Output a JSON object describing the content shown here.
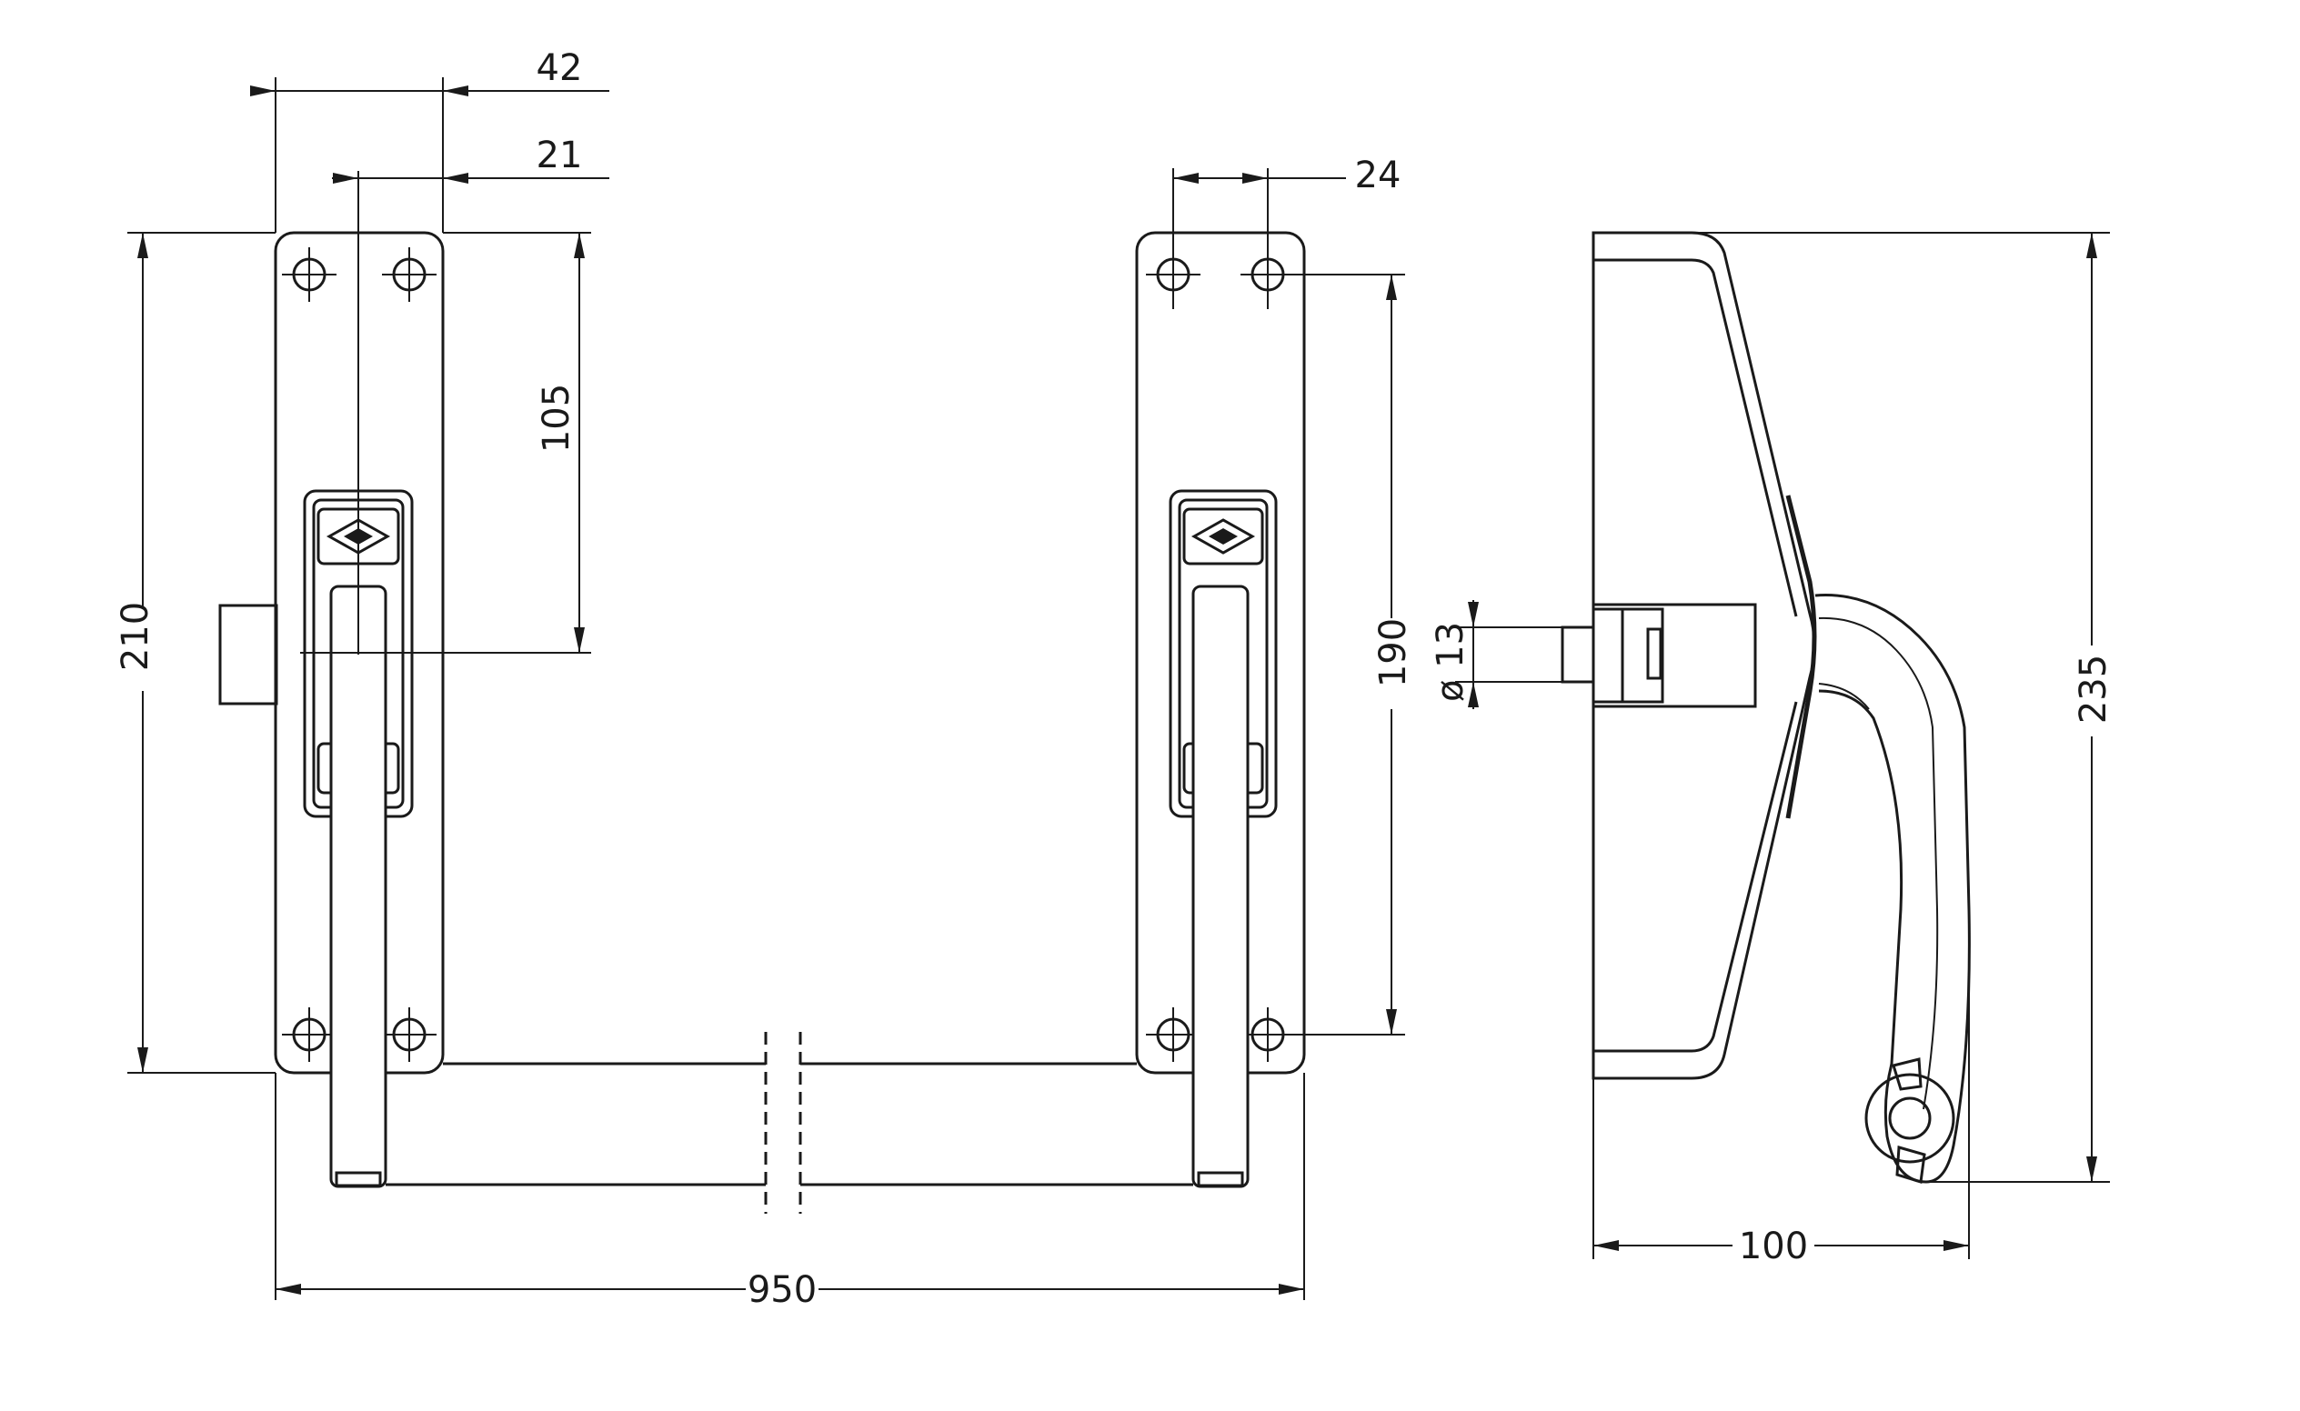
{
  "dimensions": {
    "dim_42": "42",
    "dim_21": "21",
    "dim_24": "24",
    "dim_105": "105",
    "dim_210": "210",
    "dim_190": "190",
    "dim_13": "ø 13",
    "dim_235": "235",
    "dim_100": "100",
    "dim_950": "950"
  }
}
